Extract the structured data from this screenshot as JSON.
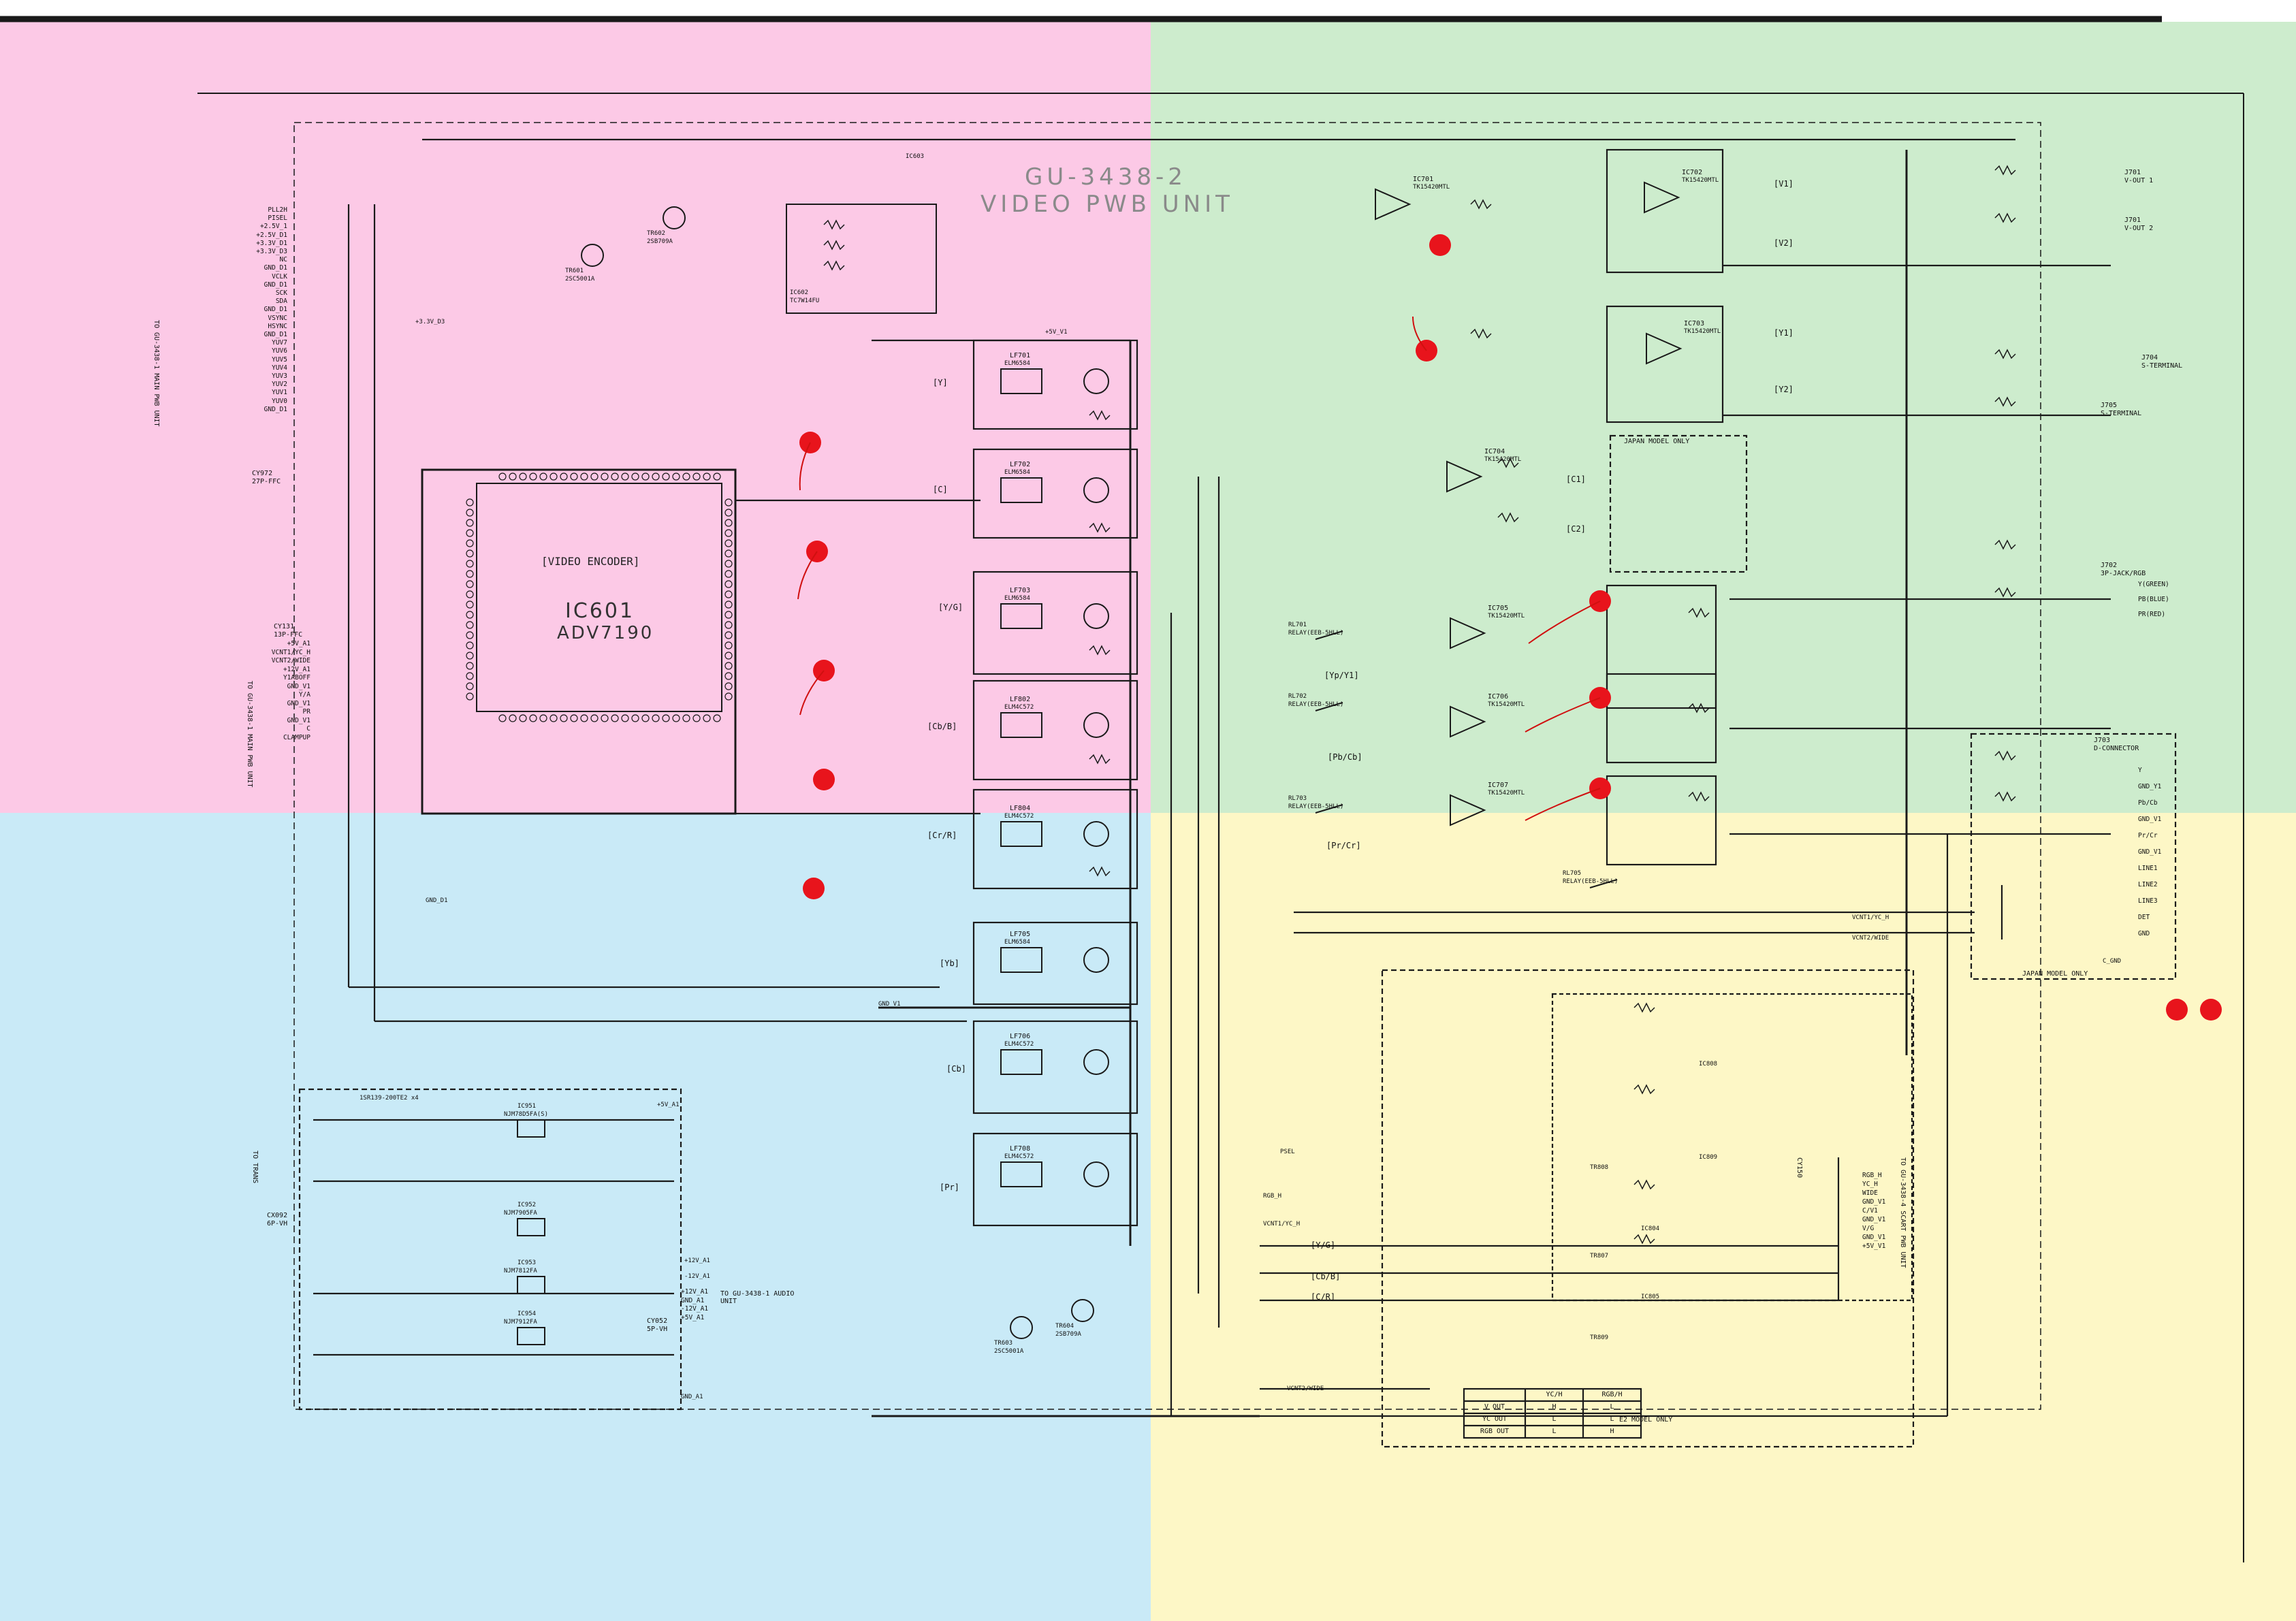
{
  "colors": {
    "zone_top_left": "#fcc9e6",
    "zone_top_right": "#cdeccd",
    "zone_bottom_left": "#c9eaf7",
    "zone_bottom_right": "#fdf7c6",
    "wire": "#1a1a1a",
    "red_marker": "#e8141c",
    "red_arrow": "#d01010"
  },
  "title": {
    "model": "GU-3438-2",
    "unit": "VIDEO PWB UNIT"
  },
  "encoder": {
    "ic": "IC601",
    "part": "ADV7190",
    "label": "[VIDEO ENCODER]"
  },
  "left_connector": {
    "ref": "CY972",
    "type": "27P-FFC",
    "caption": "TO GU-3438-1 MAIN PWB UNIT",
    "pins": [
      "PLL2H",
      "PISEL",
      "+2.5V_1",
      "+2.5V_D1",
      "+3.3V_D1",
      "+3.3V_D3",
      "NC",
      "GND_D1",
      "VCLK",
      "GND_D1",
      "SCK",
      "SDA",
      "GND_D1",
      "VSYNC",
      "HSYNC",
      "GND_D1",
      "YUV7",
      "YUV6",
      "YUV5",
      "YUV4",
      "YUV3",
      "YUV2",
      "YUV1",
      "YUV0",
      "GND_D1"
    ]
  },
  "mid_connector": {
    "ref": "CY131",
    "type": "13P-FFC",
    "caption": "TO GU-3438-1 MAIN PWB UNIT",
    "pins": [
      "+5V_A1",
      "VCNT1/YC_H",
      "VCNT2/WIDE",
      "+12V_A1",
      "Y1ABOFF",
      "GND_V1",
      "Y/A",
      "GND_V1",
      "PR",
      "GND_V1",
      "C",
      "CLAMPUP"
    ]
  },
  "power_connector": {
    "ref": "CX092",
    "type": "6P-VH",
    "caption": "TO TRANS"
  },
  "audio_connector": {
    "ref": "CY052",
    "type": "5P-VH",
    "caption": "TO GU-3438-1 AUDIO UNIT",
    "pins": [
      "+12V_A1",
      "GND_A1",
      "-12V_A1",
      "+5V_A1"
    ]
  },
  "filters": [
    {
      "ref": "LF701",
      "part": "ELM6584"
    },
    {
      "ref": "LF702",
      "part": "ELM6584"
    },
    {
      "ref": "LF703",
      "part": "ELM6584"
    },
    {
      "ref": "LF802",
      "part": "ELM4C572"
    },
    {
      "ref": "LF804",
      "part": "ELM4C572"
    },
    {
      "ref": "LF705",
      "part": "ELM6584"
    },
    {
      "ref": "LF706",
      "part": "ELM4C572"
    },
    {
      "ref": "LF708",
      "part": "ELM4C572"
    }
  ],
  "amp_ics": [
    {
      "ref": "IC701",
      "part": "TK15420MTL"
    },
    {
      "ref": "IC702",
      "part": "TK15420MTL"
    },
    {
      "ref": "IC703",
      "part": "TK15420MTL"
    },
    {
      "ref": "IC704",
      "part": "TK15420MTL"
    },
    {
      "ref": "IC705",
      "part": "TK15420MTL"
    },
    {
      "ref": "IC706",
      "part": "TK15420MTL"
    },
    {
      "ref": "IC707",
      "part": "TK15420MTL"
    }
  ],
  "signal_labels": [
    "[Y]",
    "[C]",
    "[Y/G]",
    "[Cb/B]",
    "[Cr/R]",
    "[Yb]",
    "[Cb]",
    "[Pr]",
    "[V1]",
    "[V2]",
    "[Y1]",
    "[Y2]",
    "[C1]",
    "[C2]",
    "[Yp/Y1]",
    "[Pb/Cb]",
    "[Pr/Cr]",
    "[Y/G]",
    "[Cb/B]",
    "[C/R]"
  ],
  "relays": [
    {
      "ref": "RL701",
      "type": "RELAY(EEB-5HLL)"
    },
    {
      "ref": "RL702",
      "type": "RELAY(EEB-5HLL)"
    },
    {
      "ref": "RL703",
      "type": "RELAY(EEB-5HLL)"
    },
    {
      "ref": "RL705",
      "type": "RELAY(EEB-5HLL)"
    }
  ],
  "outputs": [
    {
      "ref": "J701",
      "label": "V-OUT 1"
    },
    {
      "ref": "J701",
      "label": "V-OUT 2"
    },
    {
      "ref": "J704",
      "label": "S-TERMINAL"
    },
    {
      "ref": "J705",
      "label": "S-TERMINAL"
    },
    {
      "ref": "J702",
      "label": "3P-JACK/RGB"
    },
    {
      "ref": "J703",
      "label": "D-CONNECTOR"
    }
  ],
  "output_terms": [
    "Y(GREEN)",
    "PB(BLUE)",
    "PR(RED)"
  ],
  "d_connector_pins": [
    "Y",
    "GND_Y1",
    "Pb/Cb",
    "GND_V1",
    "Pr/Cr",
    "GND_V1",
    "LINE1",
    "LINE2",
    "LINE3",
    "DET",
    "GND"
  ],
  "japan_note": "JAPAN MODEL ONLY",
  "scart_connector": {
    "ref": "CY150",
    "caption": "TO GU-3438-4 SCART PWB UNIT",
    "pins": [
      "RGB_H",
      "YC_H",
      "WIDE",
      "GND_V1",
      "C/V1",
      "GND_V1",
      "V/G",
      "GND_V1",
      "+5V_V1"
    ]
  },
  "logic_table": {
    "title_cols": [
      "",
      "YC/H",
      "RGB/H"
    ],
    "rows": [
      [
        "V OUT",
        "H",
        "L"
      ],
      [
        "YC OUT",
        "L",
        "L"
      ],
      [
        "RGB OUT",
        "L",
        "H"
      ]
    ],
    "note": "E2 MODEL ONLY"
  },
  "bottom_labels": [
    "VCNT1/YC_H",
    "RGB_H",
    "VCNT2/WIDE",
    "PSEL",
    "VCNT1/YC_H",
    "VCNT2/WIDE"
  ],
  "ground_labels": [
    "GND_V1",
    "GND_D1",
    "C_GND",
    "GND_A1"
  ],
  "supply_labels": [
    "+5V_V1",
    "+3.3V_D3",
    "+12V_A1",
    "-12V_A1",
    "+5V_A1"
  ],
  "regulators": [
    {
      "ref": "IC951",
      "part": "NJM78D5FA(S)"
    },
    {
      "ref": "IC952",
      "part": "NJM7905FA"
    },
    {
      "ref": "IC953",
      "part": "NJM7812FA"
    },
    {
      "ref": "IC954",
      "part": "NJM7912FA"
    }
  ],
  "diode_note": "1SR139-200TE2 x4",
  "transistors": [
    {
      "ref": "TR601",
      "part": "2SC5001A"
    },
    {
      "ref": "TR602",
      "part": "2SB709A"
    },
    {
      "ref": "TR603",
      "part": "2SC5001A"
    },
    {
      "ref": "TR604",
      "part": "2SB709A"
    }
  ],
  "misc_refs": [
    "IC602",
    "TC7W14FU",
    "IC603",
    "IC808",
    "IC809",
    "IC804",
    "IC805",
    "TR807",
    "TR808",
    "TR809"
  ]
}
